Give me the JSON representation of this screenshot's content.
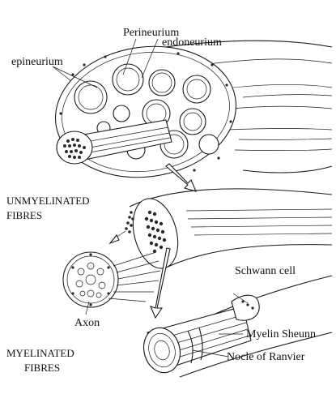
{
  "labels": {
    "perineurium": "Perineurium",
    "endoneurium": "endoneurium",
    "epineurium": "epineurium",
    "unmyelinated_line1": "UNMYELINATED",
    "unmyelinated_line2": "FIBRES",
    "axon": "Axon",
    "schwann_cell": "Schwann cell",
    "myelin_sheath": "Myelin Sheunn",
    "node_of_ranvier": "Nocle of Ranvier",
    "myelinated_line1": "MYELINATED",
    "myelinated_line2": "FIBRES"
  },
  "colors": {
    "ink": "#1a1a1a",
    "paper": "#ffffff"
  }
}
